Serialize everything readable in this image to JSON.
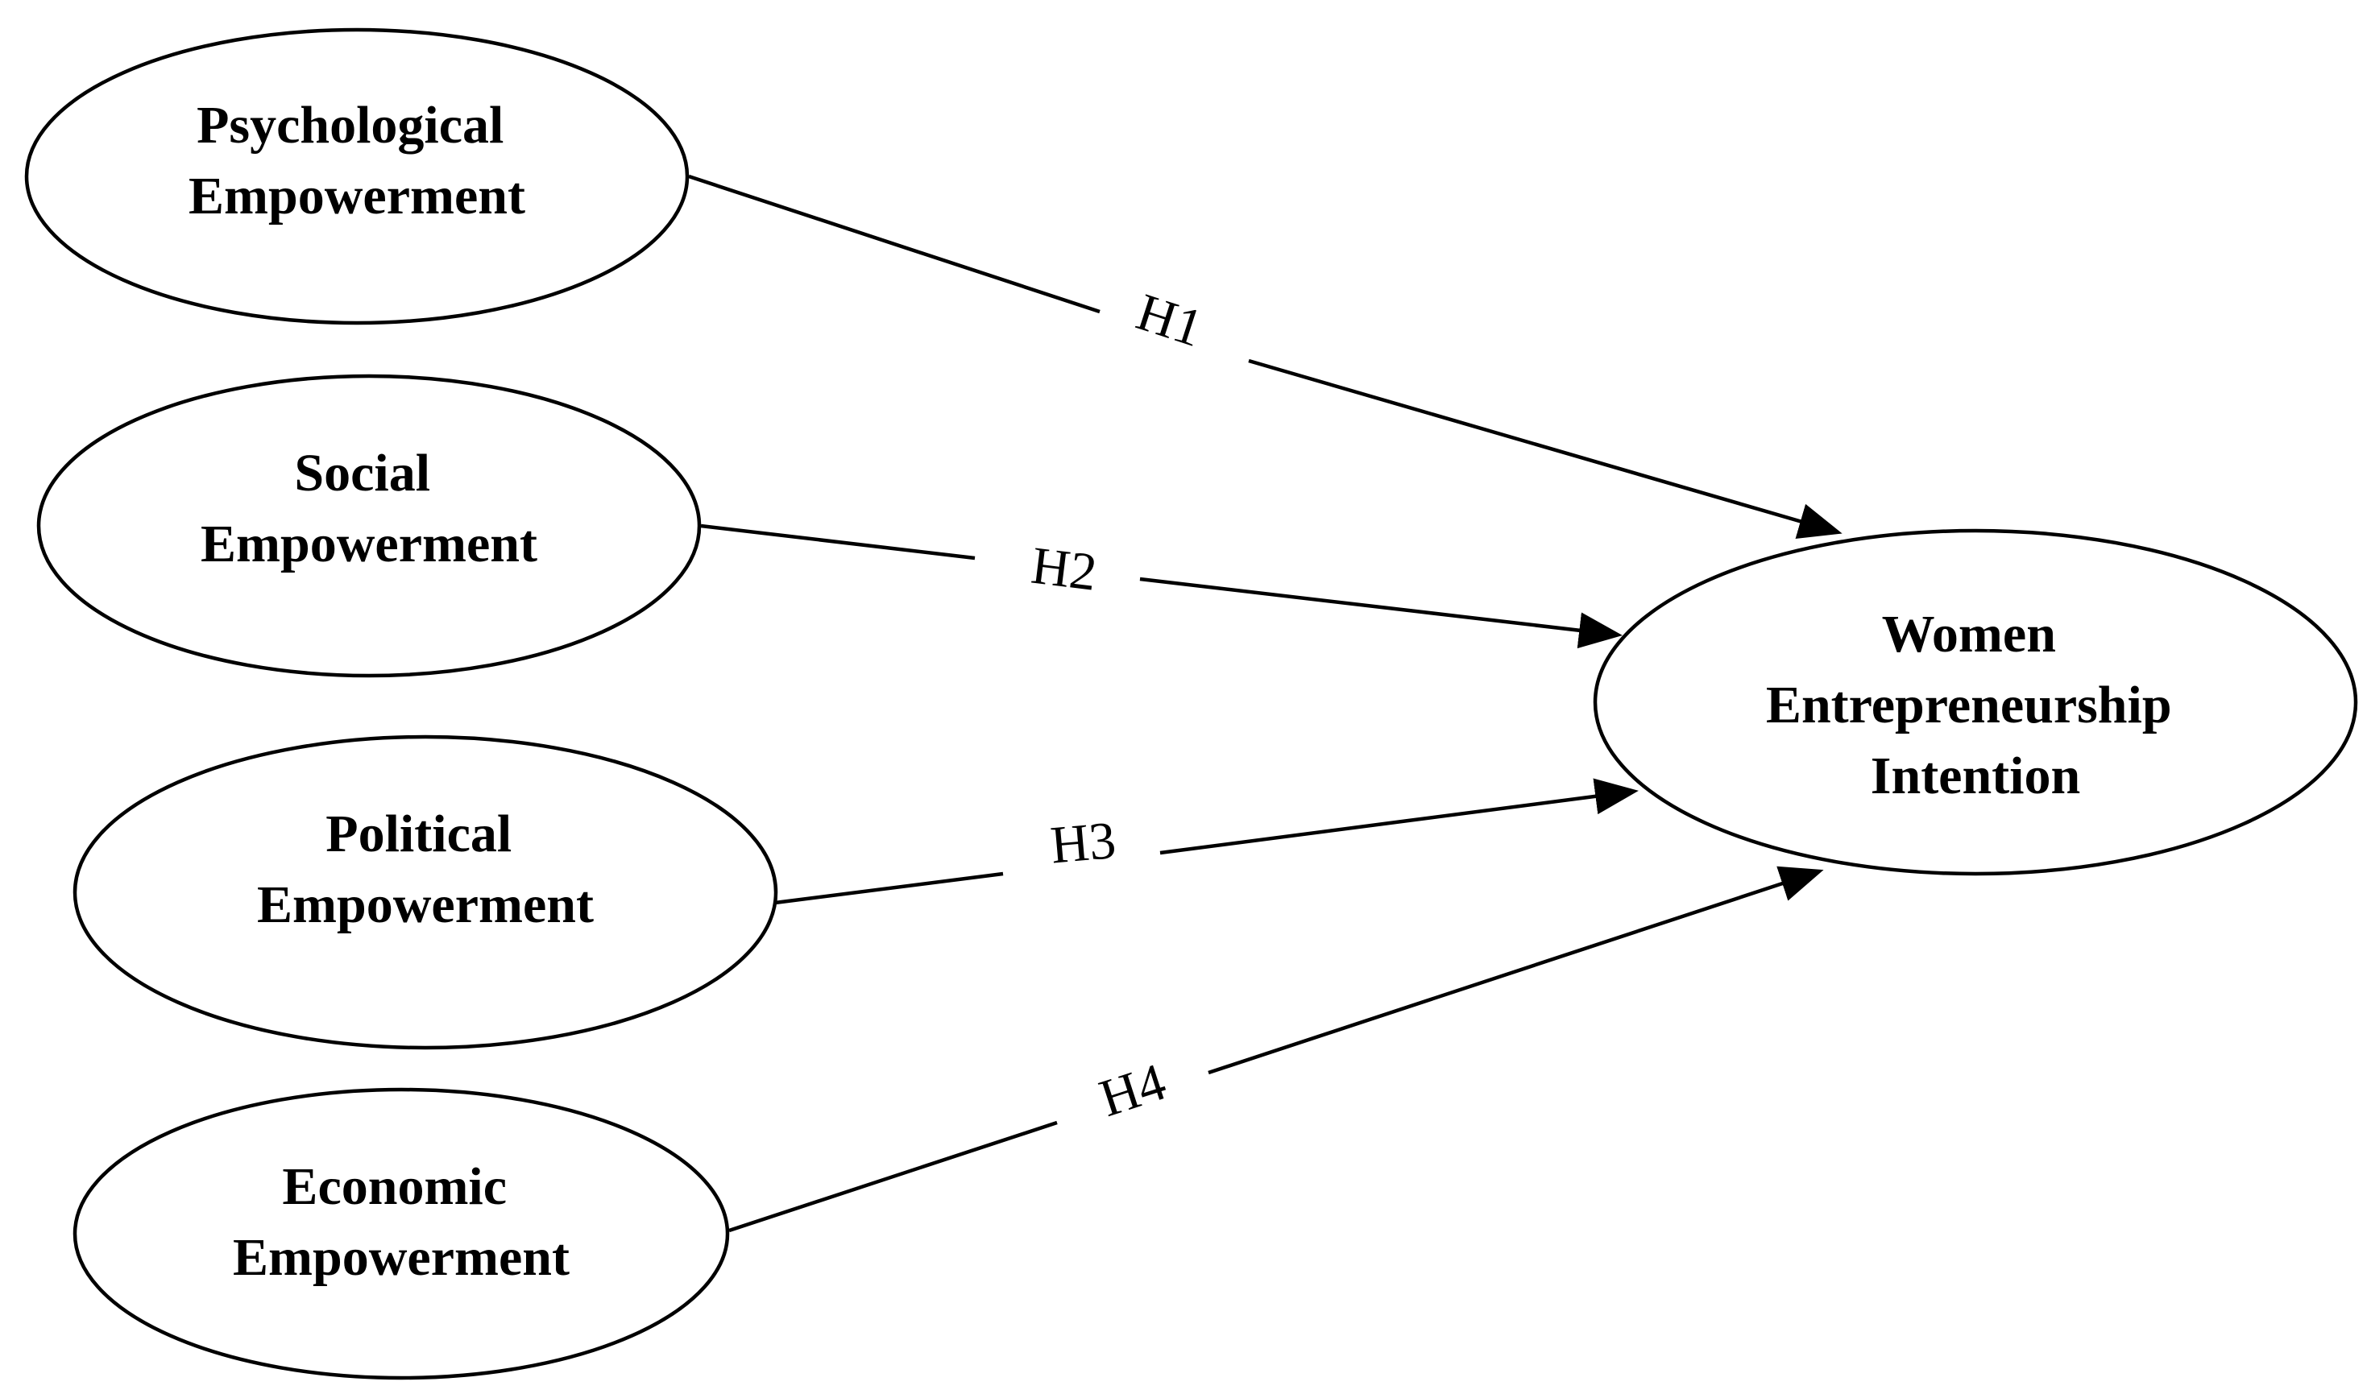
{
  "diagram": {
    "nodes": {
      "psychological": {
        "lines": [
          "Psychological",
          "Empowerment"
        ]
      },
      "social": {
        "lines": [
          "Social",
          "Empowerment"
        ]
      },
      "political": {
        "lines": [
          "Political",
          "Empowerment"
        ]
      },
      "economic": {
        "lines": [
          "Economic",
          "Empowerment"
        ]
      },
      "intention": {
        "lines": [
          "Women",
          "Entrepreneurship",
          "Intention"
        ]
      }
    },
    "edges": [
      {
        "from": "psychological",
        "to": "intention",
        "label": "H1"
      },
      {
        "from": "social",
        "to": "intention",
        "label": "H2"
      },
      {
        "from": "political",
        "to": "intention",
        "label": "H3"
      },
      {
        "from": "economic",
        "to": "intention",
        "label": "H4"
      }
    ],
    "colors": {
      "stroke": "#000000",
      "background": "#ffffff",
      "text": "#000000"
    }
  }
}
